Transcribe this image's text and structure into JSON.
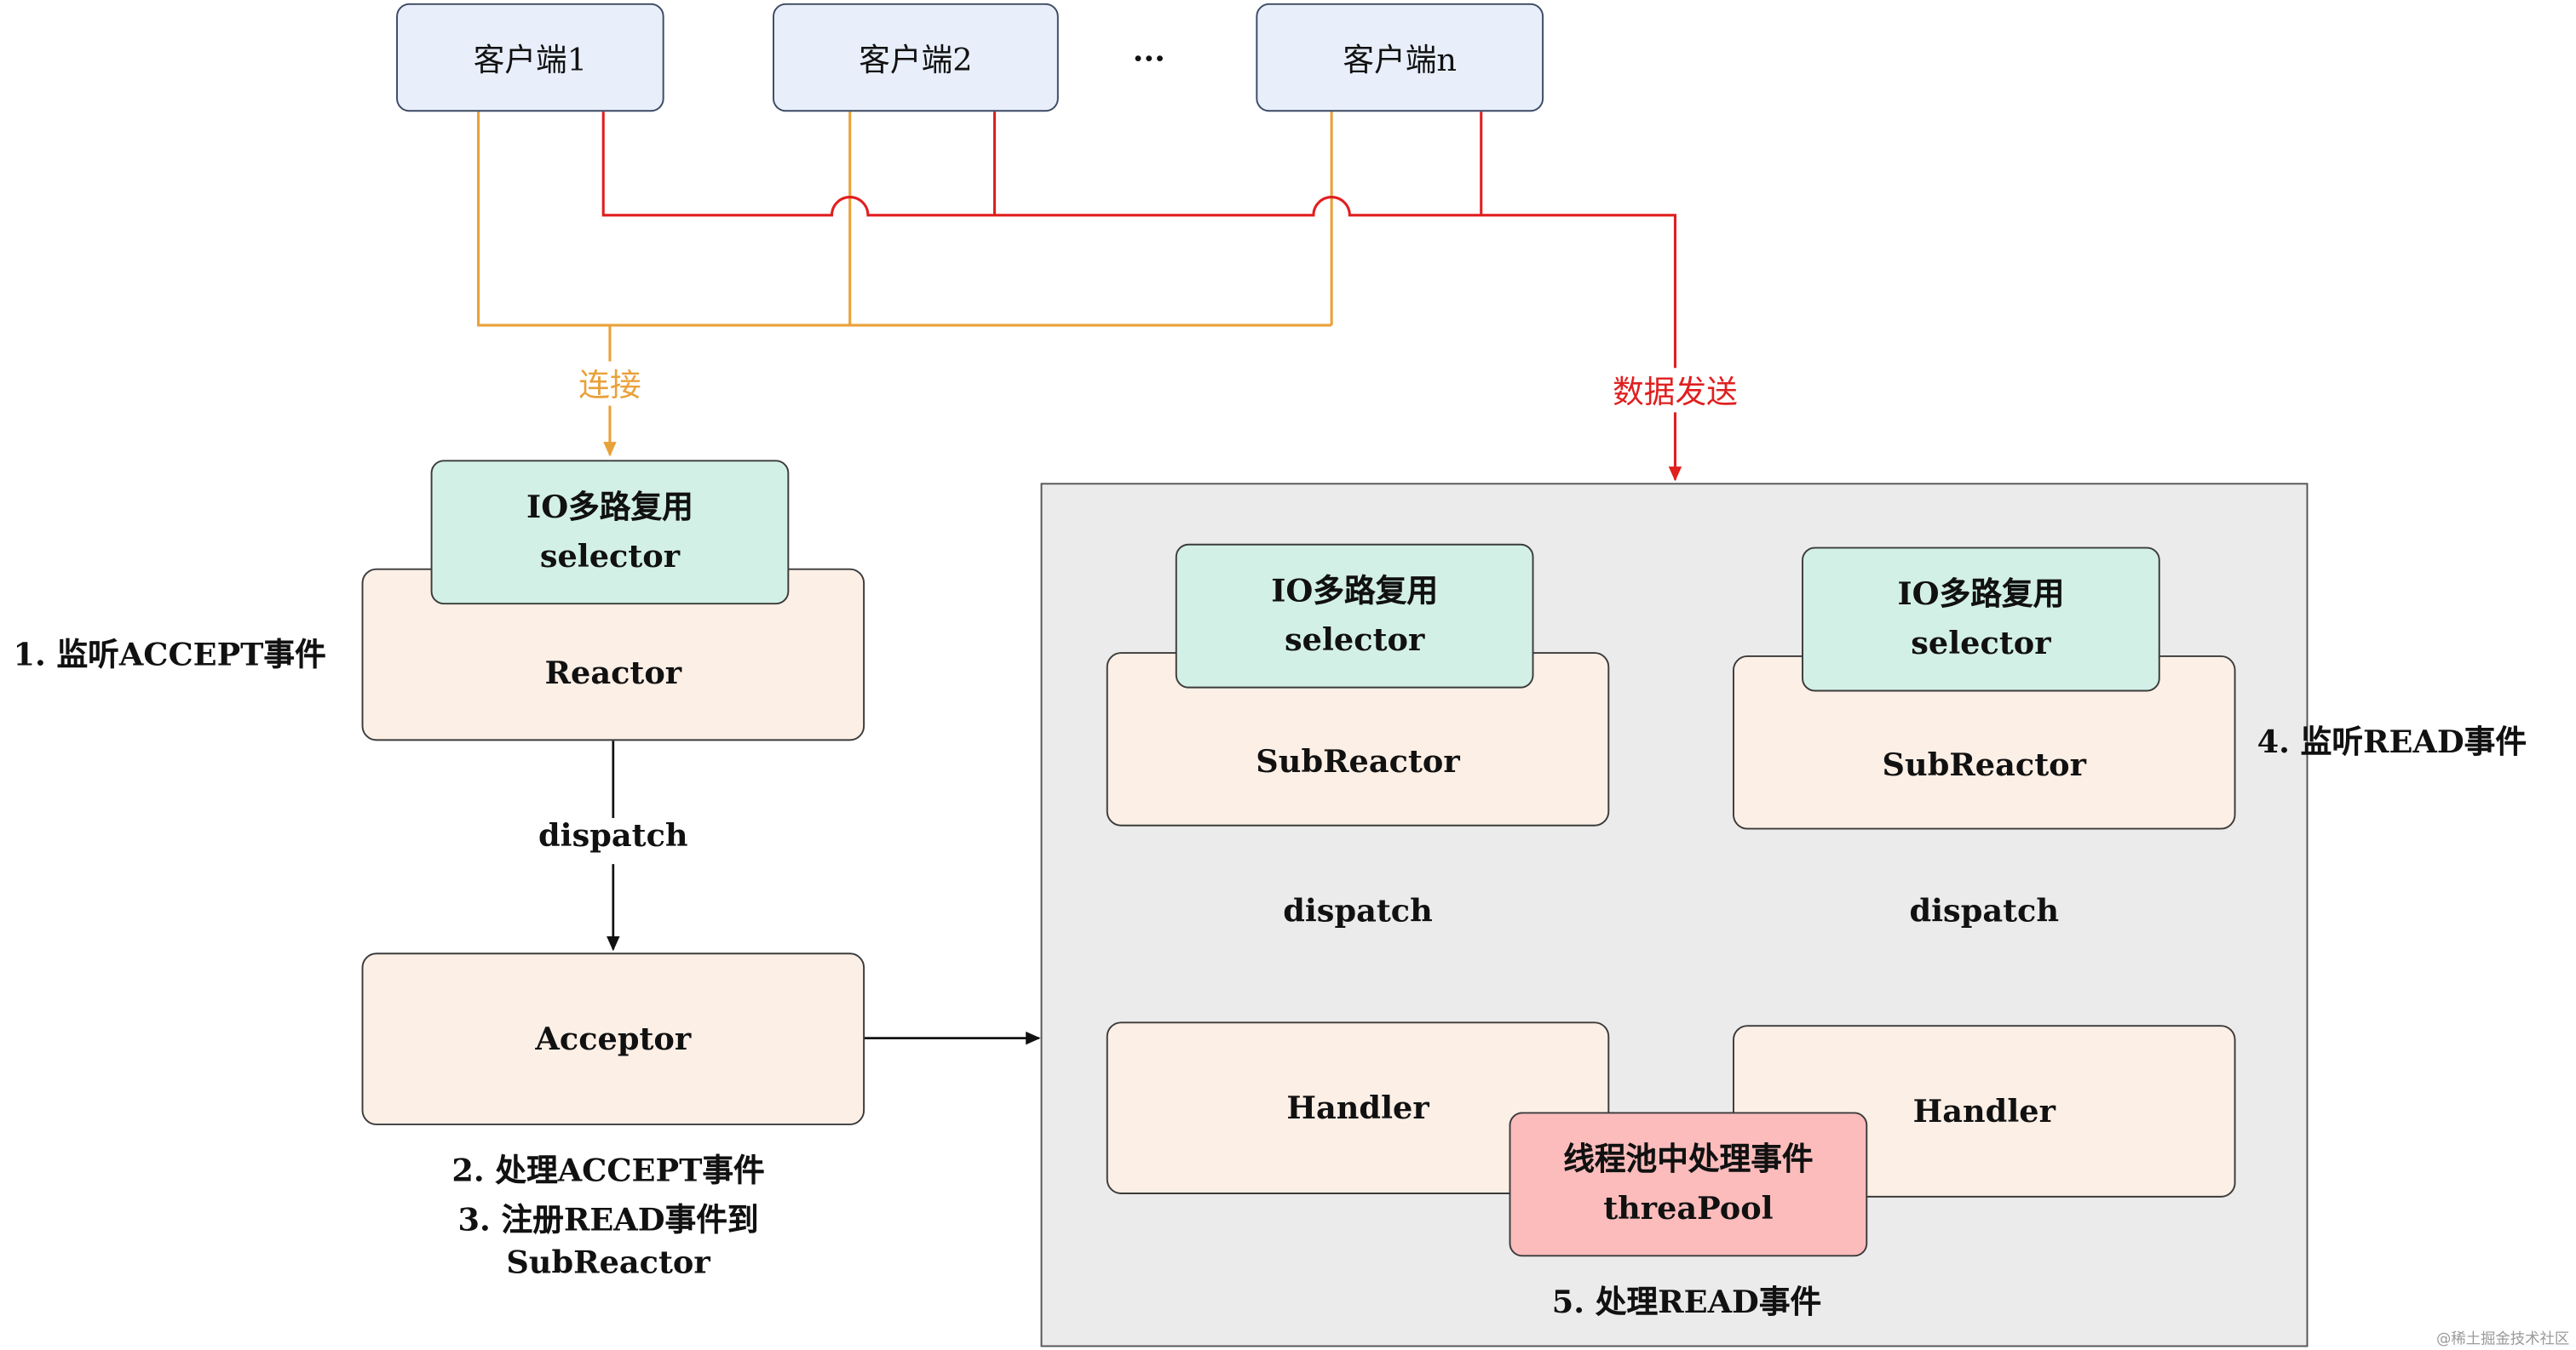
{
  "clients": [
    "客户端1",
    "客户端2",
    "客户端n"
  ],
  "clients_ellipsis": "...",
  "edge_labels": {
    "connect": "连接",
    "data_send": "数据发送",
    "dispatch": "dispatch"
  },
  "selector_lines": [
    "IO多路复用",
    "selector"
  ],
  "reactor": "Reactor",
  "acceptor": "Acceptor",
  "subreactor": "SubReactor",
  "handler": "Handler",
  "threadpool_lines": [
    "线程池中处理事件",
    "threaPool"
  ],
  "annotations": {
    "step1": "1. 监听ACCEPT事件",
    "step2": "2. 处理ACCEPT事件",
    "step3a": "3. 注册READ事件到",
    "step3b": "SubReactor",
    "step4": "4. 监听READ事件",
    "step5": "5. 处理READ事件"
  },
  "watermark": "@稀土掘金技术社区",
  "colors": {
    "connect_line": "#e9a13a",
    "data_line": "#e01f1f",
    "client_fill": "#e8eefa",
    "reactor_fill": "#fcefe6",
    "selector_fill": "#d3f0e6",
    "threadpool_fill": "#fcbcbc",
    "container_fill": "#ebebeb"
  }
}
